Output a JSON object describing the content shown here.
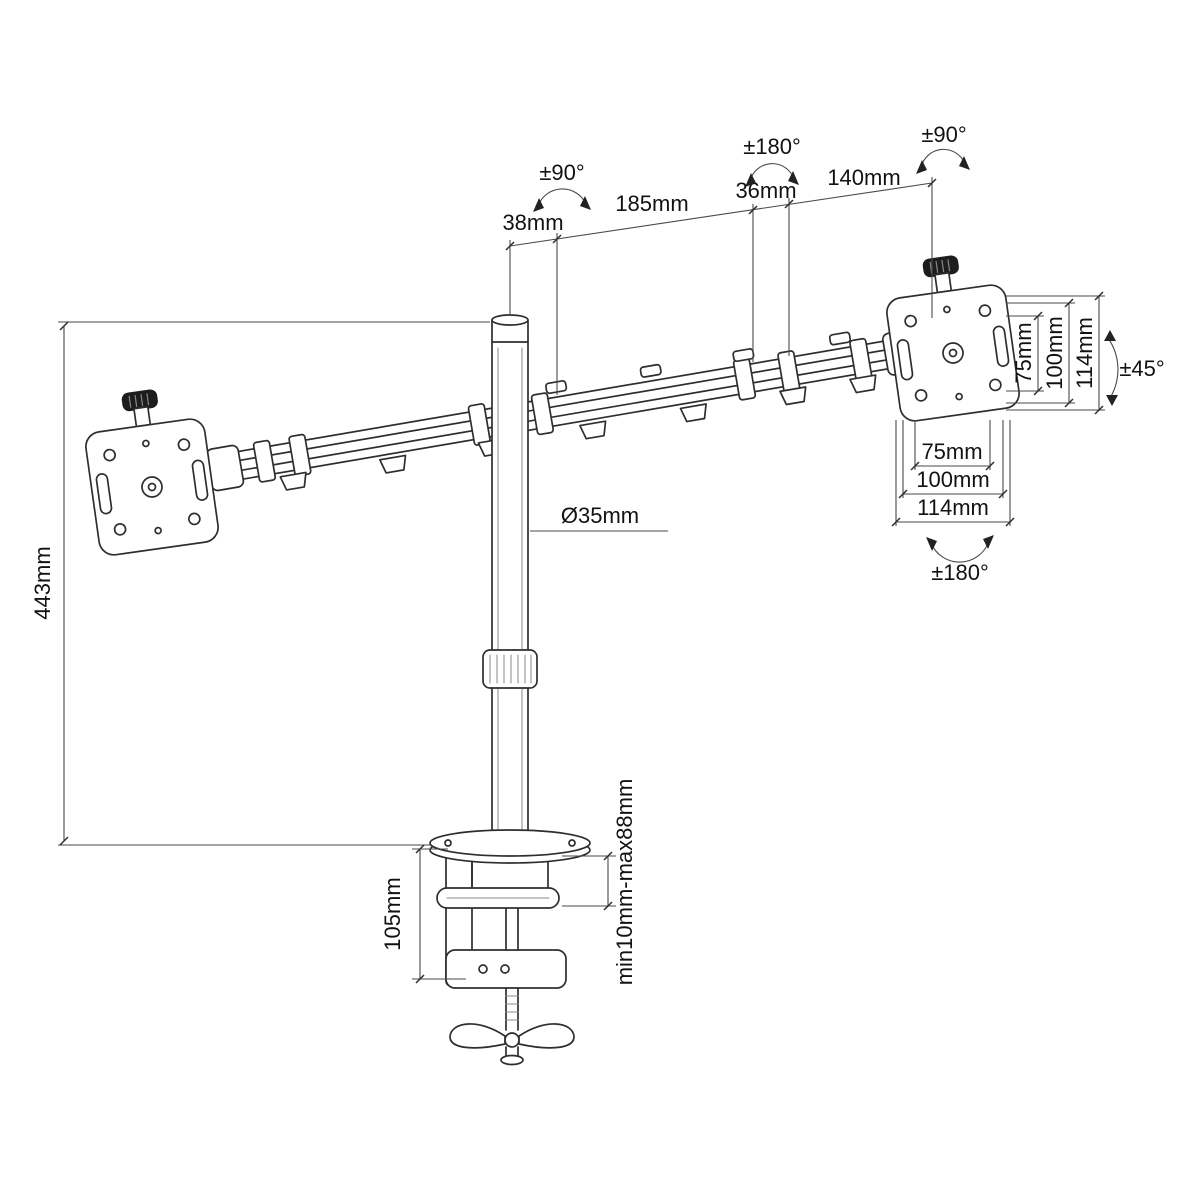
{
  "canvas": {
    "background": "#ffffff",
    "line_color": "#2e2e2e",
    "dimension_line_color": "#4a4a4a",
    "text_color": "#121212"
  },
  "drawing": {
    "name": "dual-monitor-desk-mount-arm-technical-drawing",
    "annotations": {
      "rotation_pole_top": "±90°",
      "rotation_arm_joint": "±180°",
      "rotation_right_mount": "±90°",
      "offset_pole_to_joint": "38mm",
      "arm_segment_long": "185mm",
      "arm_segment_short": "36mm",
      "arm_segment_end": "140mm",
      "tilt_range": "±45°",
      "vesa_vertical_75": "75mm",
      "vesa_vertical_100": "100mm",
      "vesa_vertical_114": "114mm",
      "vesa_horizontal_75": "75mm",
      "vesa_horizontal_100": "100mm",
      "vesa_horizontal_114": "114mm",
      "rotation_plate_bottom": "±180°",
      "pole_diameter": "Ø35mm",
      "pole_height": "443mm",
      "clamp_height": "105mm",
      "desk_thickness_range": "min10mm-max88mm"
    }
  }
}
